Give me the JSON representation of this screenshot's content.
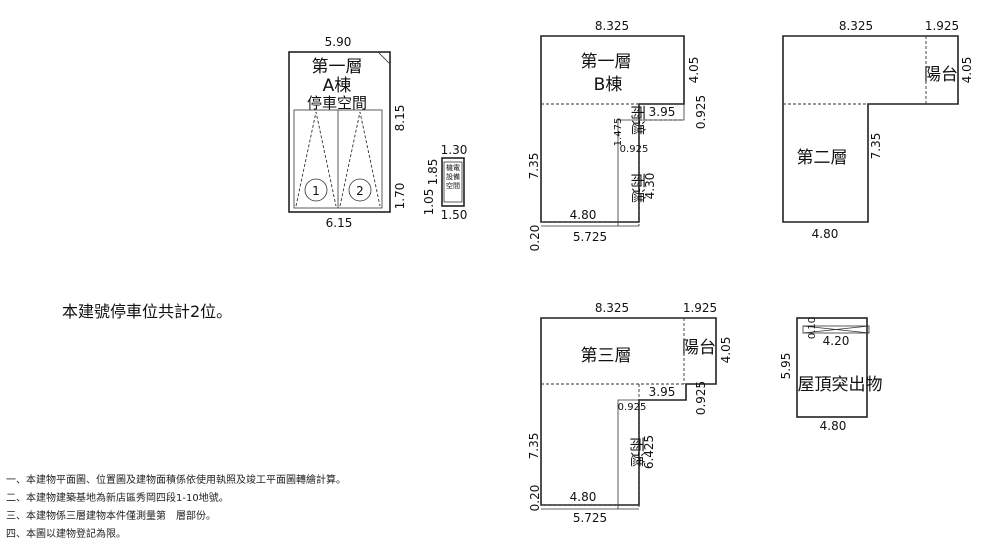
{
  "plan_a": {
    "floor": "第一層",
    "building": "A棟",
    "parking_label": "停車空間",
    "space_1": "1",
    "space_2": "2",
    "dim_top": "5.90",
    "dim_right": "8.15",
    "dim_right_lower": "1.70",
    "dim_bottom": "6.15",
    "mech_text": "機電設備空間",
    "mech_dim_top": "1.30",
    "mech_dim_bottom": "1.50",
    "mech_dim_left_a": "1.85",
    "mech_dim_left_b": "1.05"
  },
  "plan_b": {
    "floor": "第一層",
    "building": "B棟",
    "canopy": "雨遮",
    "canopy_lower": "雨遮",
    "dim_top": "8.325",
    "dim_right_upper": "4.05",
    "dim_step_h": "3.95",
    "dim_step_v": "0.925",
    "dim_canopy_v": "1.475",
    "dim_canopy_w": "0.925",
    "dim_canopy_h": "4.30",
    "dim_left": "7.35",
    "dim_inner_bottom": "4.80",
    "dim_bottom": "5.725",
    "dim_bottom_v": "0.20"
  },
  "plan_2f": {
    "floor": "第二層",
    "balcony": "陽台",
    "dim_top": "8.325",
    "dim_top_balcony": "1.925",
    "dim_balcony_v": "4.05",
    "dim_right": "7.35",
    "dim_bottom": "4.80"
  },
  "plan_3f": {
    "floor": "第三層",
    "balcony": "陽台",
    "canopy": "雨遮",
    "dim_top": "8.325",
    "dim_top_balcony": "1.925",
    "dim_balcony_v": "4.05",
    "dim_step_h": "3.95",
    "dim_step_v": "0.925",
    "dim_canopy_w": "0.925",
    "dim_canopy_h": "6.425",
    "dim_left": "7.35",
    "dim_inner_bottom": "4.80",
    "dim_bottom": "5.725",
    "dim_bottom_v": "0.20"
  },
  "plan_roof": {
    "label": "屋頂突出物",
    "dim_inner": "4.20",
    "dim_inner_v": "0.10",
    "dim_left": "5.95",
    "dim_bottom": "4.80"
  },
  "summary": "本建號停車位共計2位。",
  "notes": [
    "一、本建物平面圖、位置圖及建物面積係依使用執照及竣工平面圖轉繪計算。",
    "二、本建物建築基地為新店區秀岡四段1-10地號。",
    "三、本建物係三層建物本件僅測量第　層部份。",
    "四、本圖以建物登記為限。"
  ]
}
